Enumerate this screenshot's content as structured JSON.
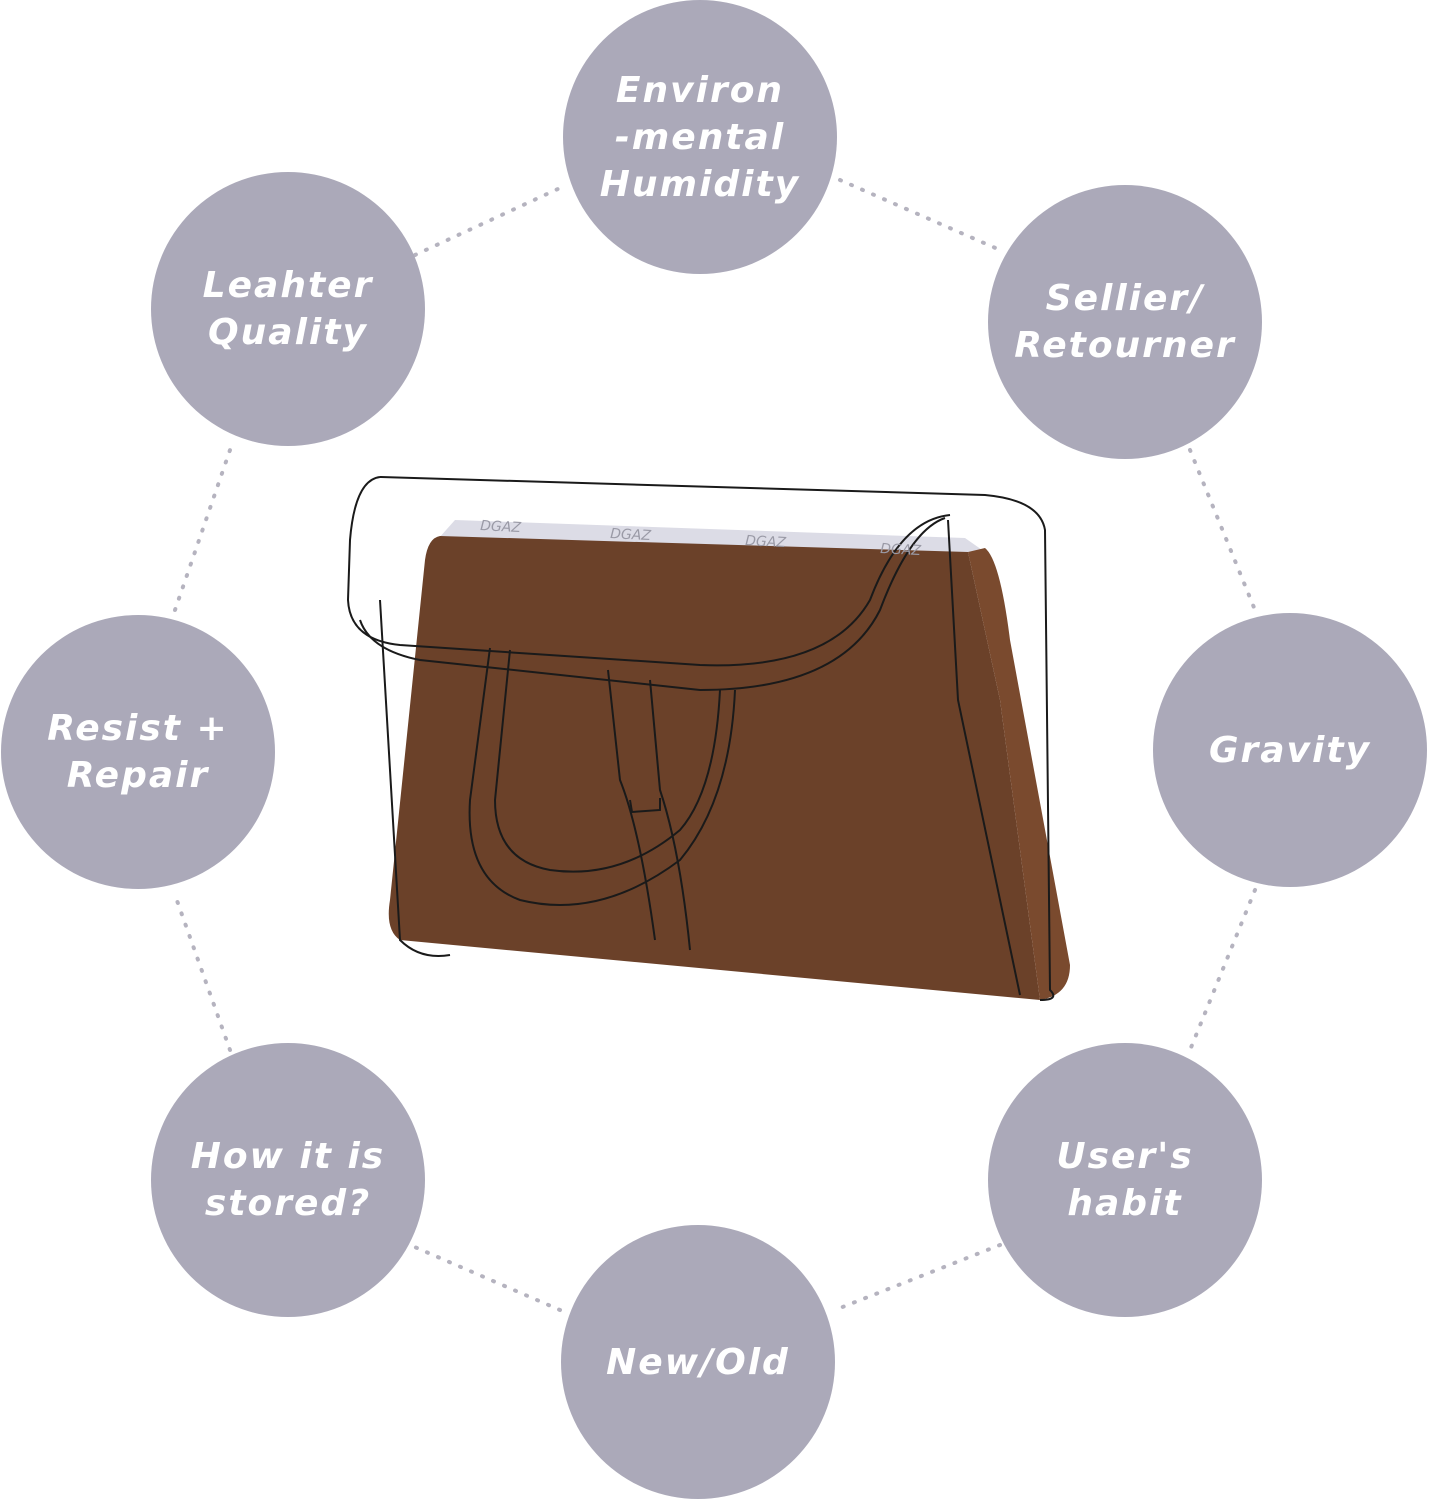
{
  "factors": [
    {
      "id": "environmental-humidity",
      "label": "Environ\n-mental\nHumidity"
    },
    {
      "id": "leather-quality",
      "label": "Leahter\nQuality"
    },
    {
      "id": "sellier-retourner",
      "label": "Sellier/\nRetourner"
    },
    {
      "id": "resist-repair",
      "label": "Resist +\nRepair"
    },
    {
      "id": "gravity",
      "label": "Gravity"
    },
    {
      "id": "how-stored",
      "label": "How it is\nstored?"
    },
    {
      "id": "users-habit",
      "label": "User's\nhabit"
    },
    {
      "id": "new-old",
      "label": "New/Old"
    }
  ],
  "product": {
    "brand_marks": [
      "DGAZ",
      "DGAZ",
      "DGAZ",
      "DGAZ"
    ]
  },
  "colors": {
    "circle": "#aba9b9",
    "bag": "#6b4129",
    "dots": "#b5b3bf"
  }
}
